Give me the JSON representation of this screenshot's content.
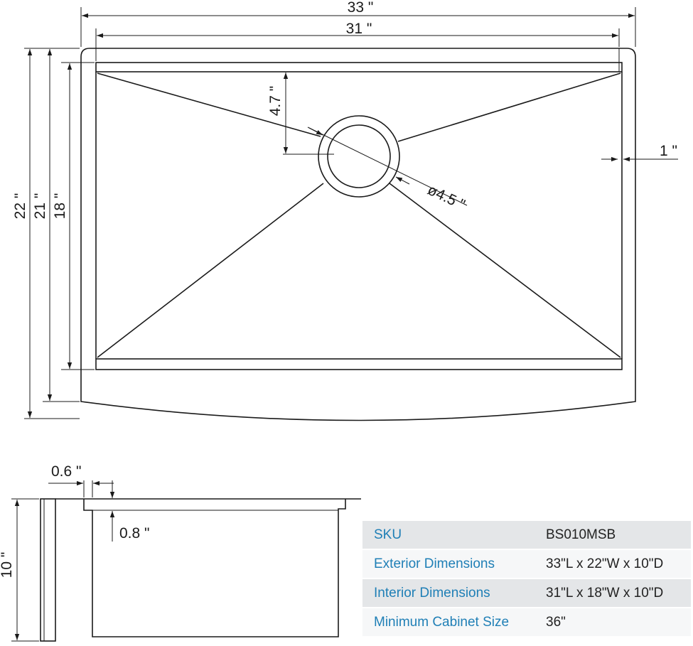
{
  "top_view": {
    "dims": {
      "overall_width": "33 \"",
      "inner_width": "31 \"",
      "overall_depth": "22 \"",
      "mid_depth": "21 \"",
      "bowl_depth": "18 \"",
      "drain_offset": "4.7 \"",
      "rim_width": "1 \"",
      "drain_diameter": "ø4.5 \""
    }
  },
  "side_view": {
    "dims": {
      "lip": "0.6 \"",
      "step": "0.8 \"",
      "height": "10 \""
    }
  },
  "specs": [
    {
      "key": "SKU",
      "value": "BS010MSB"
    },
    {
      "key": "Exterior Dimensions",
      "value": "33\"L x 22\"W x 10\"D"
    },
    {
      "key": "Interior Dimensions",
      "value": "31\"L x 18\"W x 10\"D"
    },
    {
      "key": "Minimum Cabinet Size",
      "value": "36\""
    }
  ],
  "colors": {
    "line": "#1a1a1a",
    "table_label": "#1f7fb6",
    "table_shade": "#e4e6e8"
  }
}
